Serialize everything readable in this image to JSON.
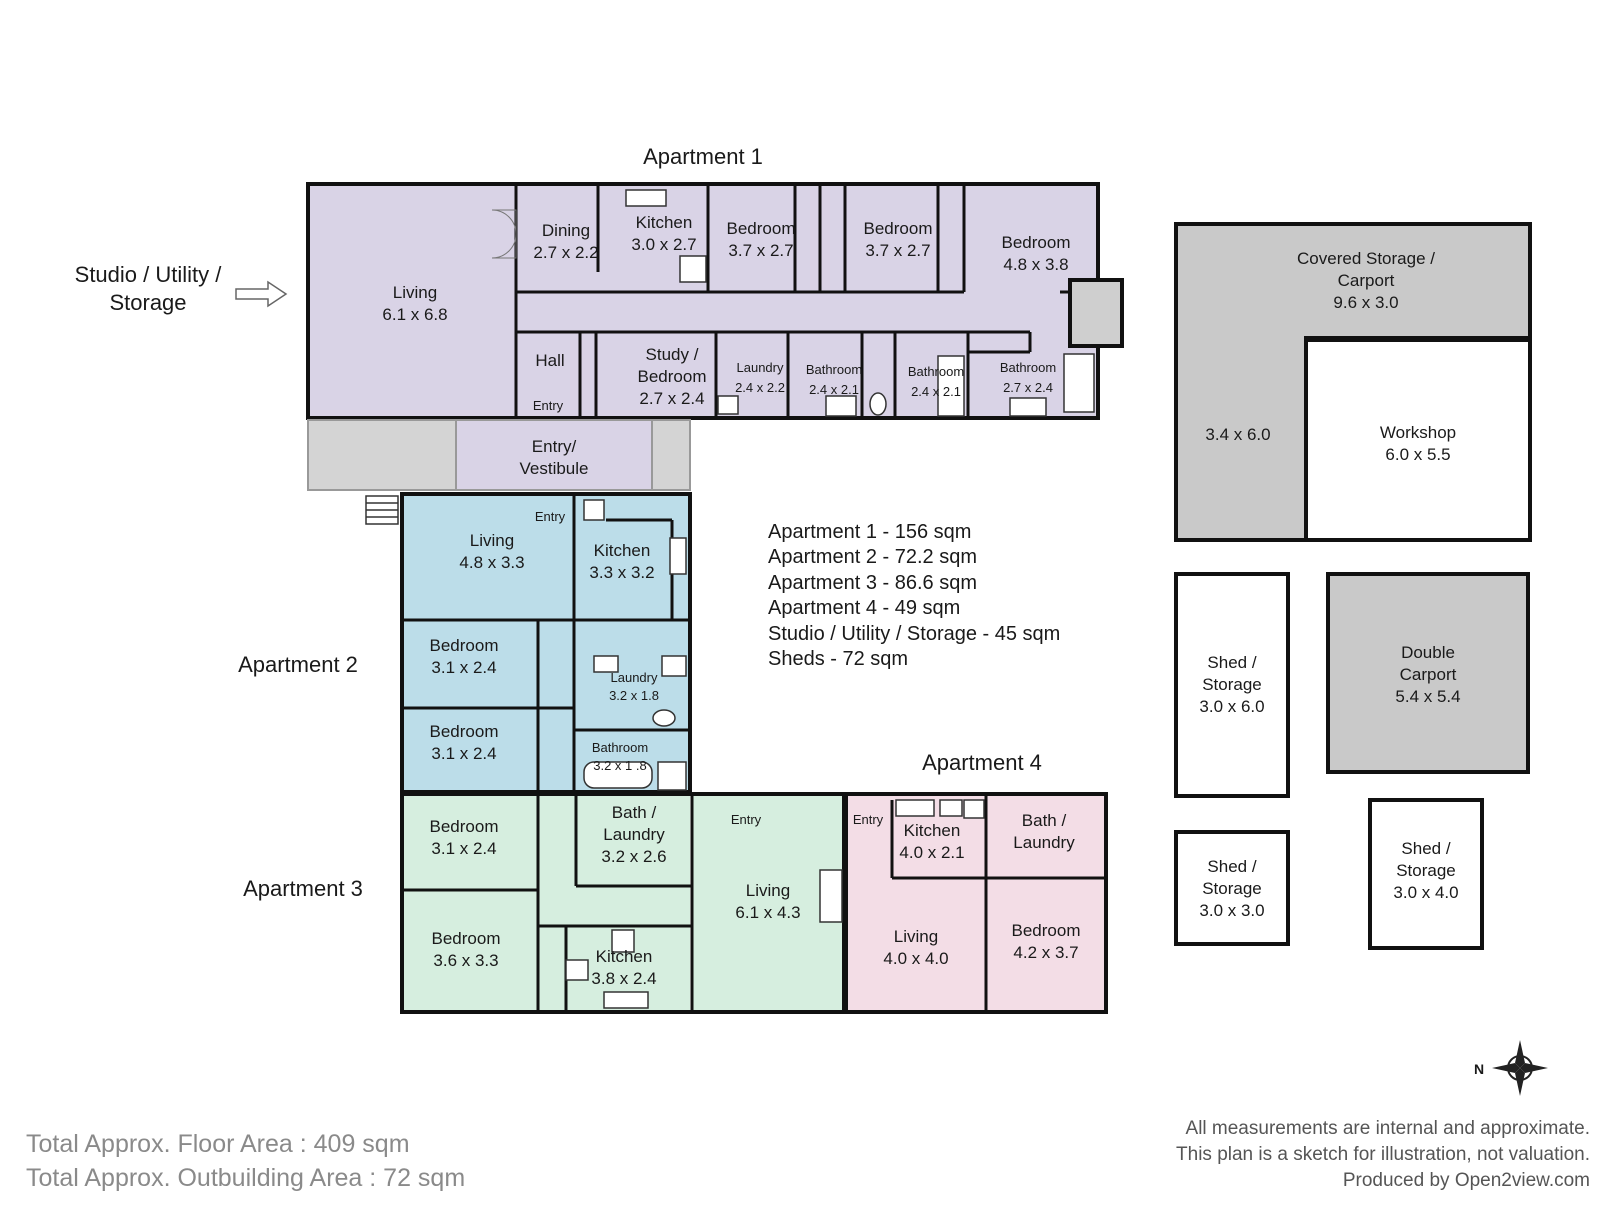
{
  "colors": {
    "apartment_1": "#d9d3e6",
    "apartment_2": "#bcdde9",
    "apartment_3": "#d6eedf",
    "apartment_4": "#f3dde6",
    "outbuilding": "#c9c9c9",
    "common": "#d4d4d4",
    "wall": "#111111"
  },
  "titles": {
    "apartment_1": "Apartment 1",
    "apartment_2": "Apartment 2",
    "apartment_3": "Apartment 3",
    "apartment_4": "Apartment 4",
    "studio_line1": "Studio / Utility /",
    "studio_line2": "Storage"
  },
  "rooms": {
    "a1_living": [
      "Living",
      "6.1 x 6.8"
    ],
    "a1_dining": [
      "Dining",
      "2.7 x 2.2"
    ],
    "a1_kitchen": [
      "Kitchen",
      "3.0 x 2.7"
    ],
    "a1_bedroom1": [
      "Bedroom",
      "3.7 x 2.7"
    ],
    "a1_bedroom2": [
      "Bedroom",
      "3.7 x 2.7"
    ],
    "a1_bedroom3": [
      "Bedroom",
      "4.8 x 3.8"
    ],
    "a1_hall": [
      "Hall"
    ],
    "a1_entry": [
      "Entry"
    ],
    "a1_study": [
      "Study /",
      "Bedroom",
      "2.7 x 2.4"
    ],
    "a1_laundry": [
      "Laundry",
      "2.4 x 2.2"
    ],
    "a1_bathroom1": [
      "Bathroom",
      "2.4 x 2.1"
    ],
    "a1_bathroom2": [
      "Bathroom",
      "2.4 x 2.1"
    ],
    "a1_bathroom3": [
      "Bathroom",
      "2.7 x 2.4"
    ],
    "entry_vestibule": [
      "Entry/",
      "Vestibule"
    ],
    "a2_entry": [
      "Entry"
    ],
    "a2_living": [
      "Living",
      "4.8 x 3.3"
    ],
    "a2_kitchen": [
      "Kitchen",
      "3.3 x 3.2"
    ],
    "a2_bedroom1": [
      "Bedroom",
      "3.1 x 2.4"
    ],
    "a2_bedroom2": [
      "Bedroom",
      "3.1 x 2.4"
    ],
    "a2_laundry": [
      "Laundry",
      "3.2 x 1.8"
    ],
    "a2_bathroom": [
      "Bathroom",
      "3.2 x 1 .8"
    ],
    "a3_bedroom1": [
      "Bedroom",
      "3.1 x 2.4"
    ],
    "a3_bedroom2": [
      "Bedroom",
      "3.6 x 3.3"
    ],
    "a3_bath_laundry": [
      "Bath /",
      "Laundry",
      "3.2 x 2.6"
    ],
    "a3_kitchen": [
      "Kitchen",
      "3.8 x 2.4"
    ],
    "a3_entry": [
      "Entry"
    ],
    "a3_living": [
      "Living",
      "6.1 x 4.3"
    ],
    "a4_entry": [
      "Entry"
    ],
    "a4_kitchen": [
      "Kitchen",
      "4.0 x 2.1"
    ],
    "a4_bath_laundry": [
      "Bath /",
      "Laundry"
    ],
    "a4_living": [
      "Living",
      "4.0 x 4.0"
    ],
    "a4_bedroom": [
      "Bedroom",
      "4.2 x 3.7"
    ],
    "covered_storage": [
      "Covered Storage /",
      "Carport",
      "9.6 x 3.0"
    ],
    "covered_side": [
      "3.4 x 6.0"
    ],
    "workshop": [
      "Workshop",
      "6.0 x 5.5"
    ],
    "shed1": [
      "Shed /",
      "Storage",
      "3.0 x 6.0"
    ],
    "double_carport": [
      "Double",
      "Carport",
      "5.4 x 5.4"
    ],
    "shed2": [
      "Shed /",
      "Storage",
      "3.0 x 3.0"
    ],
    "shed3": [
      "Shed /",
      "Storage",
      "3.0 x 4.0"
    ]
  },
  "areas": [
    "Apartment 1 - 156 sqm",
    "Apartment 2 - 72.2 sqm",
    "Apartment 3 - 86.6 sqm",
    "Apartment 4 - 49 sqm",
    "Studio / Utility / Storage - 45 sqm",
    "Sheds - 72 sqm"
  ],
  "totals": {
    "floor": "Total Approx. Floor Area : 409 sqm",
    "outbuilding": "Total Approx. Outbuilding Area : 72 sqm"
  },
  "disclaimer": {
    "line1": "All measurements are internal and approximate.",
    "line2": "This plan is a sketch for illustration, not valuation.",
    "line3": "Produced by Open2view.com"
  },
  "compass_letter": "N"
}
